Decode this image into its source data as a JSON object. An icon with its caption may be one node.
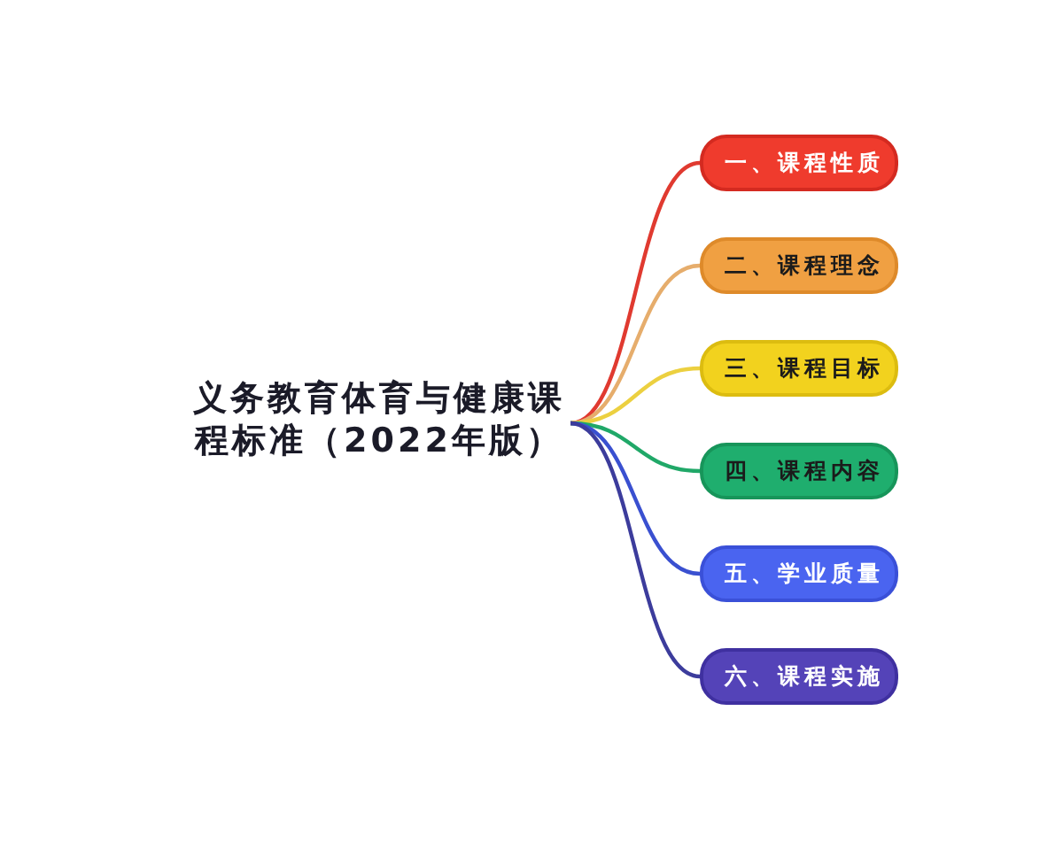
{
  "diagram": {
    "nodes": [
      {
        "text": [
          "义务教育体育与健康课程标准（2022年版）"
        ]
      },
      {
        "text": [
          "一、课程性质"
        ]
      },
      {
        "text": [
          "二、课程理念"
        ]
      },
      {
        "text": [
          "三、课程目标"
        ]
      },
      {
        "text": [
          "四、课程内容"
        ]
      },
      {
        "text": [
          "五、学业质量"
        ]
      },
      {
        "text": [
          "六、课程实施"
        ]
      }
    ],
    "edges": [
      {
        "from": 0,
        "to": 1,
        "arrow": "none",
        "color": "#e03a30"
      },
      {
        "from": 0,
        "to": 2,
        "arrow": "none",
        "color": "#e6ad6c"
      },
      {
        "from": 0,
        "to": 3,
        "arrow": "none",
        "color": "#ecd040"
      },
      {
        "from": 0,
        "to": 4,
        "arrow": "none",
        "color": "#20a868"
      },
      {
        "from": 0,
        "to": 5,
        "arrow": "none",
        "color": "#3a50d0"
      },
      {
        "from": 0,
        "to": 6,
        "arrow": "none",
        "color": "#3c3c9c"
      }
    ]
  }
}
